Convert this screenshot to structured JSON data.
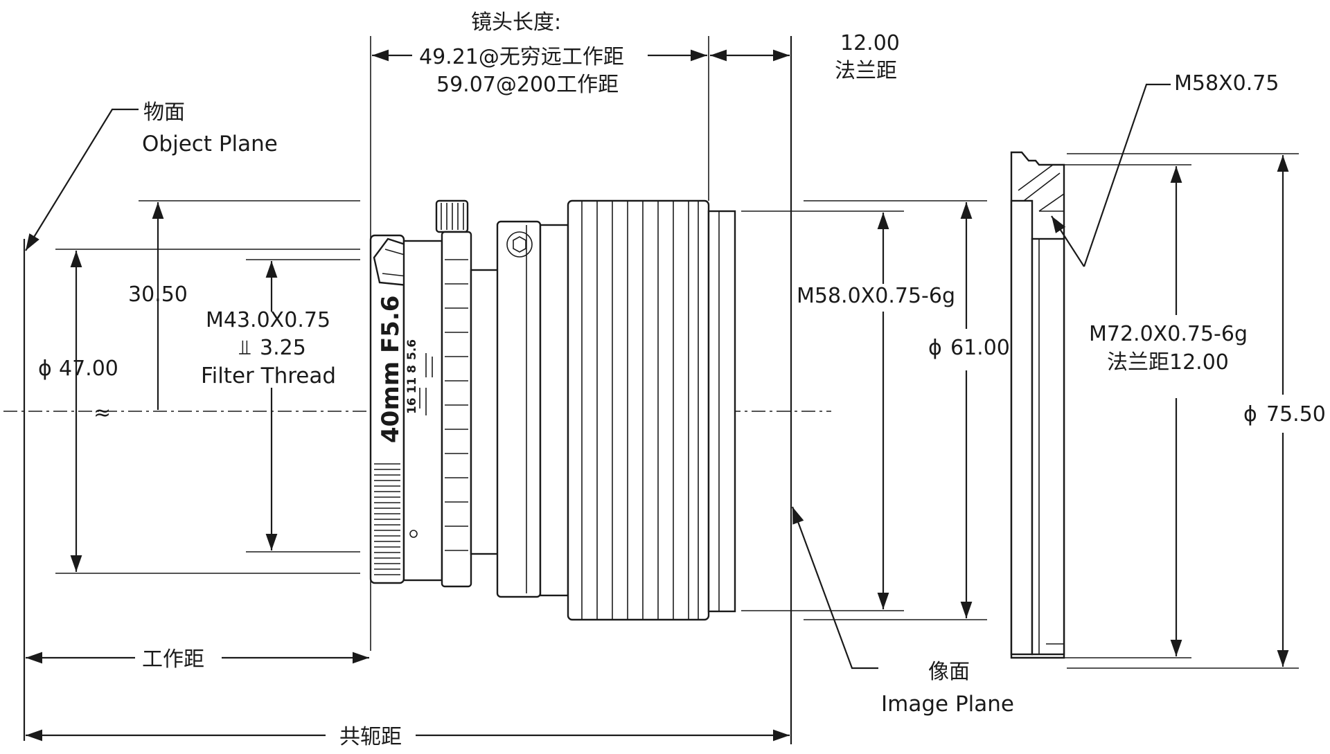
{
  "lens_length": {
    "title": "镜头长度:",
    "line1": "49.21@无穷远工作距",
    "line2": "59.07@200工作距"
  },
  "flange": {
    "value": "12.00",
    "label": "法兰距"
  },
  "object_plane": {
    "cn": "物面",
    "en": "Object Plane"
  },
  "image_plane": {
    "cn": "像面",
    "en": "Image Plane"
  },
  "dims": {
    "d47": "47.00",
    "h3050": "30.50",
    "approx": "≈",
    "d61": "61.00",
    "d7550": "75.50"
  },
  "filter": {
    "thread": "M43.0X0.75",
    "depth": "3.25",
    "label": "Filter Thread"
  },
  "m58_thread": "M58.0X0.75-6g",
  "adapter": {
    "callout": "M58X0.75",
    "thread": "M72.0X0.75-6g",
    "flange": "法兰距12.00"
  },
  "working_distance": "工作距",
  "conjugate_distance": "共轭距",
  "engraving": {
    "model": "40mm F5.6",
    "scale_top": "5.6",
    "scale_nums": "16 11 8"
  }
}
